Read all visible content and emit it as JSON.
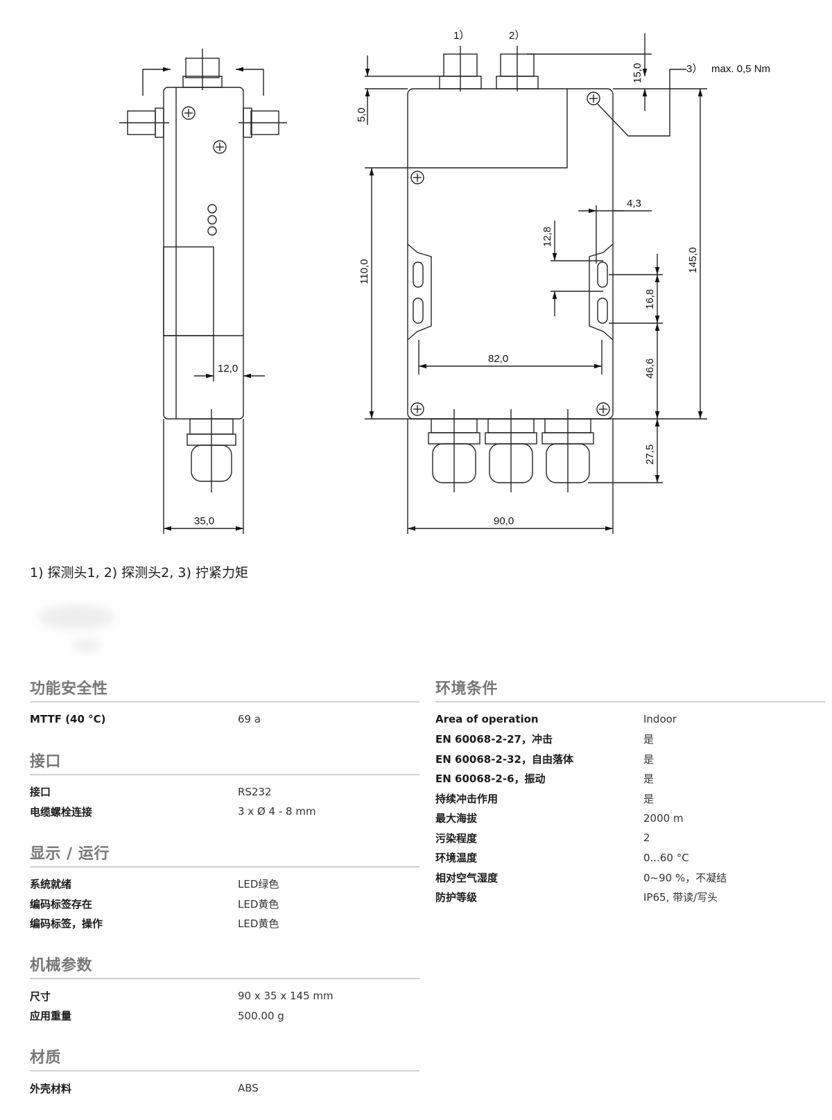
{
  "drawing": {
    "callouts": [
      "1）",
      "2）",
      "3）"
    ],
    "torque_note": "max. 0,5 Nm",
    "dims": {
      "d15_0": "15,0",
      "d5_0": "5,0",
      "d110_0": "110,0",
      "d145_0": "145,0",
      "d12_8": "12,8",
      "d4_3": "4,3",
      "d16_8": "16,8",
      "d46_6": "46,6",
      "d27_5": "27,5",
      "d82_0": "82,0",
      "d90_0": "90,0",
      "d35_0": "35,0",
      "d12_0": "12,0"
    }
  },
  "caption": "1) 探测头1, 2) 探测头2, 3) 拧紧力矩",
  "sections_left": [
    {
      "title": "功能安全性",
      "rows": [
        {
          "k": "MTTF (40 °C)",
          "v": "69 a"
        }
      ]
    },
    {
      "title": "接口",
      "rows": [
        {
          "k": "接口",
          "v": "RS232"
        },
        {
          "k": "电缆螺栓连接",
          "v": "3 x Ø 4 - 8 mm"
        }
      ]
    },
    {
      "title": "显示 / 运行",
      "rows": [
        {
          "k": "系统就绪",
          "v": "LED绿色"
        },
        {
          "k": "编码标签存在",
          "v": "LED黄色"
        },
        {
          "k": "编码标签，操作",
          "v": "LED黄色"
        }
      ]
    },
    {
      "title": "机械参数",
      "rows": [
        {
          "k": "尺寸",
          "v": "90 x 35 x 145 mm"
        },
        {
          "k": "应用重量",
          "v": "500.00 g"
        }
      ]
    },
    {
      "title": "材质",
      "rows": [
        {
          "k": "外壳材料",
          "v": "ABS"
        }
      ]
    }
  ],
  "sections_right": [
    {
      "title": "环境条件",
      "rows": [
        {
          "k": "Area of operation",
          "v": "Indoor"
        },
        {
          "k": "EN 60068-2-27，冲击",
          "v": "是"
        },
        {
          "k": "EN 60068-2-32，自由落体",
          "v": "是"
        },
        {
          "k": "EN 60068-2-6，振动",
          "v": "是"
        },
        {
          "k": "持续冲击作用",
          "v": "是"
        },
        {
          "k": "最大海拔",
          "v": "2000 m"
        },
        {
          "k": "污染程度",
          "v": "2"
        },
        {
          "k": "环境温度",
          "v": "0...60 °C"
        },
        {
          "k": "相对空气湿度",
          "v": "0~90 %，不凝结"
        },
        {
          "k": "防护等级",
          "v": "IP65, 带读/写头"
        }
      ]
    }
  ]
}
